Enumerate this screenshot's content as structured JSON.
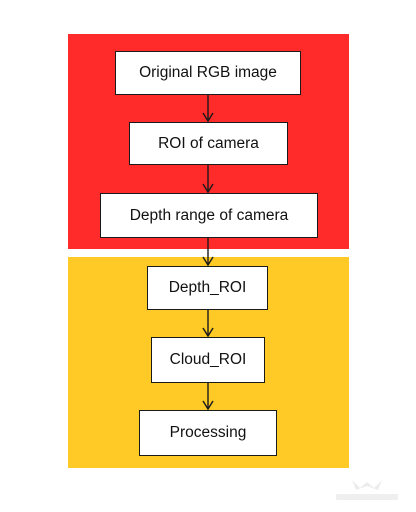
{
  "diagram": {
    "colors": {
      "camera_region": "#ff2a2a",
      "processing_region": "#ffc926",
      "node_fill": "#ffffff",
      "node_border": "#1a1a1a",
      "arrow": "#1a1a1a"
    },
    "nodes": [
      {
        "id": "n1",
        "label": "Original RGB image"
      },
      {
        "id": "n2",
        "label": "ROI of camera"
      },
      {
        "id": "n3",
        "label": "Depth range of camera"
      },
      {
        "id": "n4",
        "label": "Depth_ROI"
      },
      {
        "id": "n5",
        "label": "Cloud_ROI"
      },
      {
        "id": "n6",
        "label": "Processing"
      }
    ],
    "edges": [
      {
        "from": "n1",
        "to": "n2"
      },
      {
        "from": "n2",
        "to": "n3"
      },
      {
        "from": "n3",
        "to": "n4"
      },
      {
        "from": "n4",
        "to": "n5"
      },
      {
        "from": "n5",
        "to": "n6"
      }
    ],
    "watermark_icon": "mech-mind-logo-icon"
  }
}
